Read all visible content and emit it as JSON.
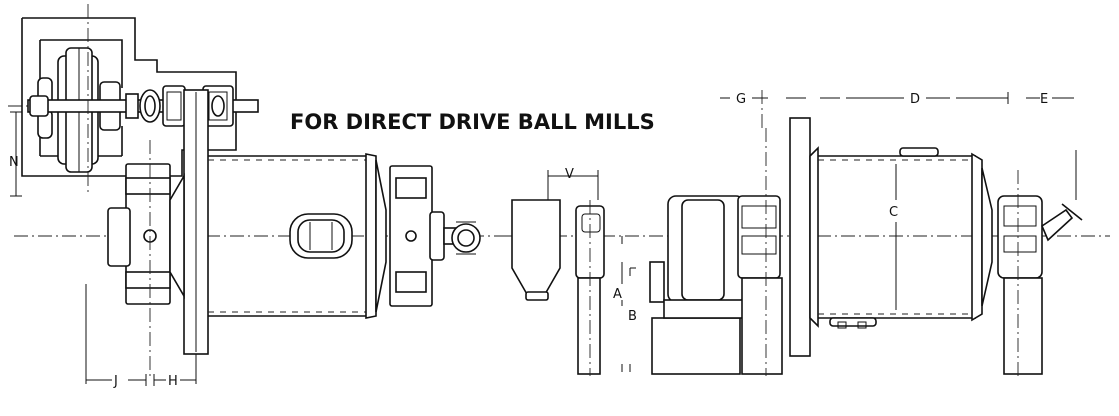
{
  "title": "FOR DIRECT DRIVE BALL MILLS",
  "dimension_labels": {
    "a": "A",
    "b": "B",
    "c": "C",
    "d": "D",
    "e": "E",
    "g": "G",
    "h": "H",
    "j": "J",
    "n": "N",
    "v": "V"
  },
  "colors": {
    "ink": "#111111",
    "paper": "#ffffff"
  }
}
